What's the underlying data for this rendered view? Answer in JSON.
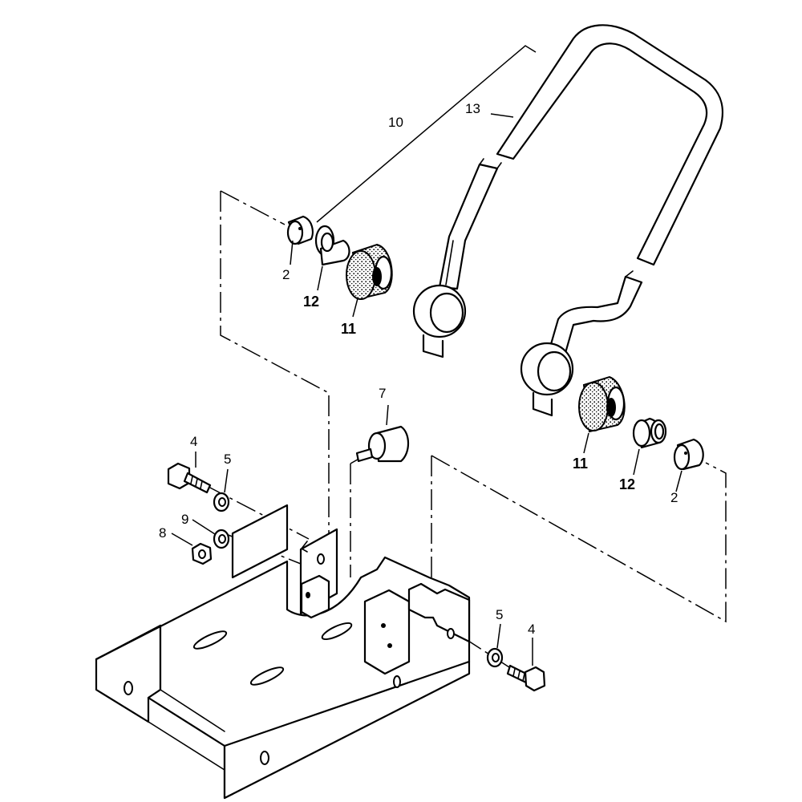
{
  "diagram": {
    "callouts": [
      {
        "id": "c-10",
        "text": "10"
      },
      {
        "id": "c-13",
        "text": "13"
      },
      {
        "id": "c-2a",
        "text": "2"
      },
      {
        "id": "c-12a",
        "text": "12"
      },
      {
        "id": "c-11a",
        "text": "11"
      },
      {
        "id": "c-7",
        "text": "7"
      },
      {
        "id": "c-4a",
        "text": "4"
      },
      {
        "id": "c-5a",
        "text": "5"
      },
      {
        "id": "c-9",
        "text": "9"
      },
      {
        "id": "c-8",
        "text": "8"
      },
      {
        "id": "c-11b",
        "text": "11"
      },
      {
        "id": "c-12b",
        "text": "12"
      },
      {
        "id": "c-2b",
        "text": "2"
      },
      {
        "id": "c-5b",
        "text": "5"
      },
      {
        "id": "c-4b",
        "text": "4"
      }
    ],
    "colors": {
      "ink": "#000000",
      "paper": "#ffffff"
    }
  }
}
